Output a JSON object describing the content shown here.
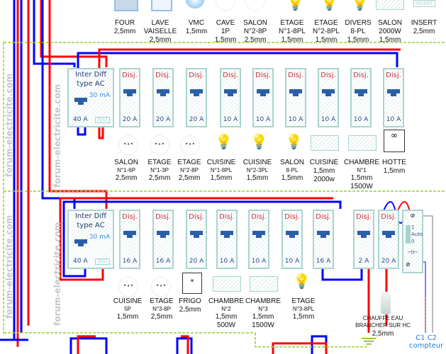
{
  "watermark": "forum-electricite.com",
  "row1": {
    "diff": {
      "title": "Inter Diff",
      "type": "type AC",
      "sens": "30 mA",
      "rating": "40 A",
      "test": "TEST"
    },
    "disj_label": "Disj.",
    "breakers": [
      "20 A",
      "20 A",
      "20 A",
      "10 A",
      "10 A",
      "10 A",
      "10 A",
      "10 A",
      "10 A"
    ]
  },
  "row2": {
    "diff": {
      "title": "Inter Diff",
      "type": "type AC",
      "sens": "30 mA",
      "rating": "40 A",
      "test": "TEST"
    },
    "disj_label": "Disj.",
    "breakers": [
      "16 A",
      "16 A",
      "20 A",
      "10 A",
      "10 A",
      "10 A",
      "16 A",
      "2 A",
      "20 A"
    ],
    "contactor": {
      "on": "1",
      "auto": "Auto",
      "off": "0"
    }
  },
  "top_circuits": [
    {
      "name": "FOUR",
      "sub": "",
      "section": "2,5mm",
      "icon": "oven-icon"
    },
    {
      "name": "LAVE",
      "sub": "VAISELLE",
      "section": "2,5mm",
      "icon": "dishwasher-icon"
    },
    {
      "name": "VMC",
      "sub": "",
      "section": "1,5mm",
      "icon": "fan-icon"
    },
    {
      "name": "CAVE",
      "sub": "1P",
      "section": "1,5mm",
      "icon": "socket-icon"
    },
    {
      "name": "SALON",
      "sub": "N°2-8P",
      "section": "2,5mm",
      "icon": "socket-icon"
    },
    {
      "name": "ETAGE",
      "sub": "N°1-8PL",
      "section": "1,5mm",
      "icon": "bulb-icon"
    },
    {
      "name": "ETAGE",
      "sub": "N°2-8PL",
      "section": "1,5mm",
      "icon": "bulb-icon"
    },
    {
      "name": "DIVERS",
      "sub": "8-PL",
      "section": "1,5mm",
      "icon": "bulb-icon"
    },
    {
      "name": "SALON",
      "sub": "2000W",
      "section": "1,5mm",
      "icon": "radiator-icon"
    },
    {
      "name": "INSERT",
      "sub": "",
      "section": "2,5mm",
      "icon": "insert-icon"
    }
  ],
  "insert_icon_label": "INSERT",
  "mid_circuits": [
    {
      "name": "SALON",
      "sub": "N°1-6P",
      "section": "2,5mm",
      "extra": ""
    },
    {
      "name": "ETAGE",
      "sub": "N°1-3P",
      "section": "2,5mm",
      "extra": ""
    },
    {
      "name": "ETAGE",
      "sub": "N°2-8P",
      "section": "2,5mm",
      "extra": ""
    },
    {
      "name": "CUISINE",
      "sub": "N°1-8PL",
      "section": "1,5mm",
      "extra": ""
    },
    {
      "name": "CUISINE",
      "sub": "N°2-3PL",
      "section": "1,5mm",
      "extra": ""
    },
    {
      "name": "SALON",
      "sub": "8-PL",
      "section": "1,5mm",
      "extra": ""
    },
    {
      "name": "CUISINE",
      "sub": "",
      "section": "1,5mm",
      "extra": "2000w"
    },
    {
      "name": "CHAMBRE",
      "sub": "N°1",
      "section": "1,5mm",
      "extra": "1500W"
    },
    {
      "name": "HOTTE",
      "sub": "",
      "section": "1,5mm",
      "extra": ""
    }
  ],
  "bot_circuits": [
    {
      "name": "CUISINE",
      "sub": "5P",
      "section": "1,5mm",
      "extra": ""
    },
    {
      "name": "ETAGE",
      "sub": "N°3-8P",
      "section": "2,5mm",
      "extra": ""
    },
    {
      "name": "FRIGO",
      "sub": "",
      "section": "2,5mm",
      "extra": ""
    },
    {
      "name": "CHAMBRE",
      "sub": "N°2",
      "section": "1,5mm",
      "extra": "500W"
    },
    {
      "name": "CHAMBRE",
      "sub": "N°3",
      "section": "1,5mm",
      "extra": "1500W"
    },
    {
      "name": "ETAGE",
      "sub": "N°3-8PL",
      "section": "1,5mm",
      "extra": ""
    }
  ],
  "water_heater": {
    "line1": "CHAUFFE EAU",
    "line2": "BRANCHER SUR HC",
    "section": "2,5mm"
  },
  "meter": {
    "terminals": "C1  C2",
    "label": "compteur"
  },
  "colors": {
    "phase": "#ff0000",
    "neutral": "#0000ff",
    "earth": "#9acd32",
    "module_border": "#a8d4d0"
  }
}
